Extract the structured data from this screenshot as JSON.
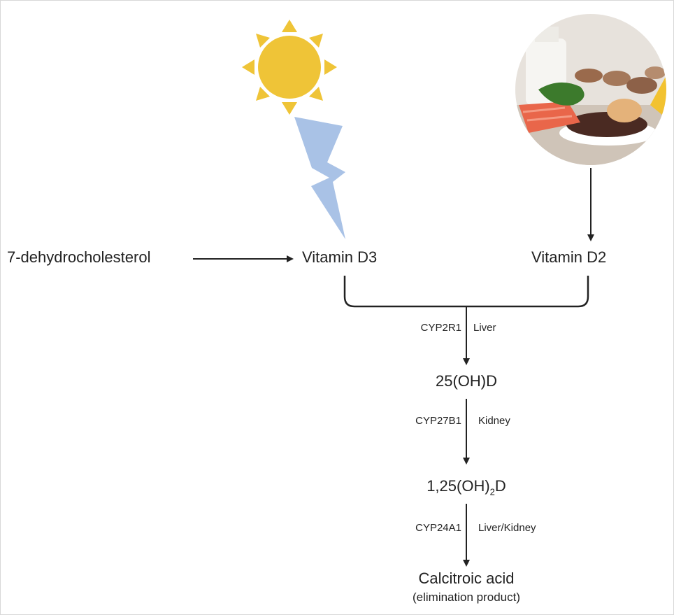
{
  "nodes": {
    "precursor": "7-dehydrocholesterol",
    "vitamin_d3": "Vitamin D3",
    "vitamin_d2": "Vitamin D2",
    "calcidiol": "25(OH)D",
    "calcitriol_prefix": "1,25(OH)",
    "calcitriol_sub": "2",
    "calcitriol_suffix": "D",
    "end_product": "Calcitroic acid",
    "end_product_note": "(elimination product)"
  },
  "steps": [
    {
      "enzyme": "CYP2R1",
      "organ": "Liver"
    },
    {
      "enzyme": "CYP27B1",
      "organ": "Kidney"
    },
    {
      "enzyme": "CYP24A1",
      "organ": "Liver/Kidney"
    }
  ],
  "icons": {
    "sun": "sun-icon",
    "uv": "lightning-bolt-icon",
    "food": "food-sources-photo"
  },
  "colors": {
    "sun": "#EFC437",
    "uv": "#A9C2E6",
    "line": "#222222"
  }
}
